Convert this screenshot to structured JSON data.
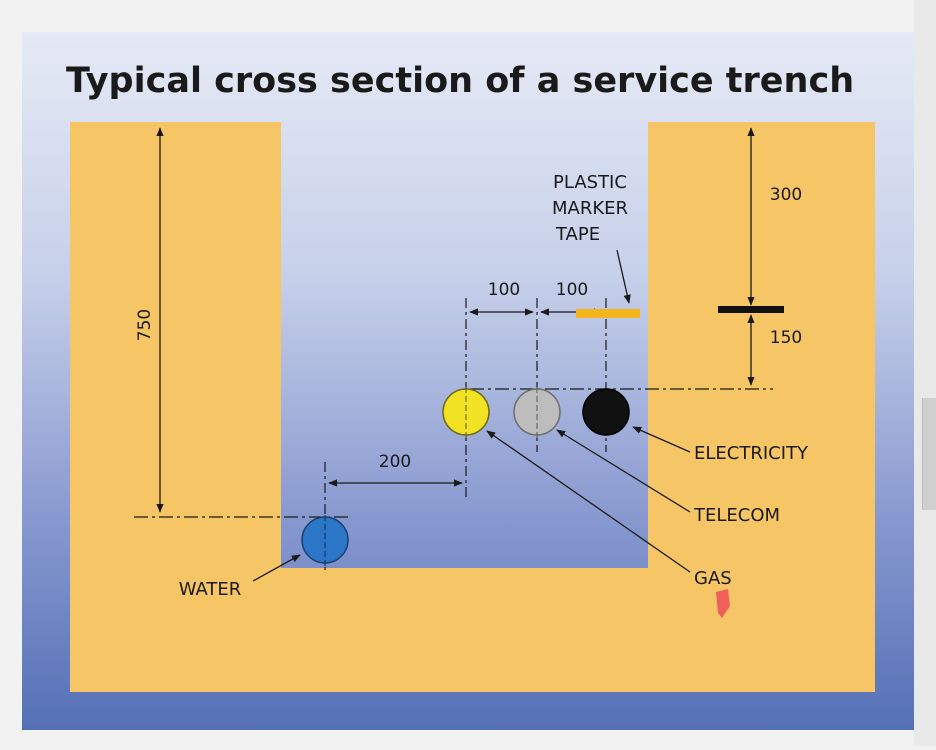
{
  "title": "Typical cross section of a service trench",
  "colors": {
    "background_top": "#e3e8f3",
    "background_bottom": "#5a74b9",
    "earth": "#f6c666",
    "water": "#2b76c6",
    "gas": "#f2e224",
    "telecom": "#bdbdbd",
    "electricity": "#111111",
    "marker_tape": "#f3b61d"
  },
  "dimensions": {
    "depth_to_water": "750",
    "cover_above_tape": "300",
    "tape_to_services": "150",
    "water_to_gas_offset": "200",
    "gas_to_telecom_spacing": "100",
    "telecom_to_electricity_spacing": "100"
  },
  "labels": {
    "marker_tape_line1": "PLASTIC",
    "marker_tape_line2": "MARKER",
    "marker_tape_line3": "TAPE",
    "water": "WATER",
    "gas": "GAS",
    "telecom": "TELECOM",
    "electricity": "ELECTRICITY"
  }
}
